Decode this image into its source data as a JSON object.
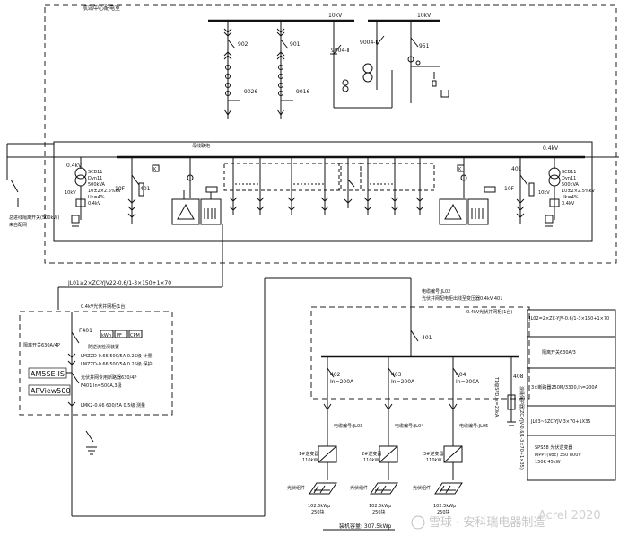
{
  "station_title": "航站中心配电室",
  "bus_labels": {
    "hv_left": "10kV",
    "hv_right": "10kV",
    "lv_left": "0.4kV",
    "lv_right": "0.4kV",
    "tie": "母线联络"
  },
  "hv_switches": {
    "s902": "902",
    "s901": "901",
    "s9004": "9004-Ⅱ",
    "s9004b": "9004-Ⅱ",
    "s951": "951",
    "s9026": "9026",
    "s9016": "9016"
  },
  "transformers": {
    "left": {
      "vector": "Dyn11",
      "kva": "500kVA",
      "tap": "10±2×2.5%kV",
      "uk": "Uk=4%",
      "lv": "0.4kV",
      "hv_label": "10kV",
      "type": "SCB11",
      "fuse": "10F"
    },
    "right": {
      "vector": "Dyn11",
      "kva": "500kVA",
      "tap": "10±2×2.5%kV",
      "uk": "Uk=4%",
      "lv": "0.4kV",
      "hv_label": "10kV",
      "type": "SCB11",
      "fuse": "10F"
    }
  },
  "breakers": {
    "b401": "401",
    "b402": "401"
  },
  "cable_main": "JL01≥2×ZC-YJV22-0.6/1-3×150+1×70",
  "left_cabinet": {
    "title": "0.4kV光伏并网柜(1台)",
    "breaker": "F401",
    "feed": "隔离开关630A/4P",
    "meters": [
      "kWh",
      "PF",
      "CPM"
    ],
    "item1": "防逆流检测装置",
    "item2": "LMZZD-0.66 500/5A 0.2S级 计量",
    "item3": "LMZZD-0.66 500/5A 0.2S级 保护",
    "item4": "光伏并网专用断路器630/4P",
    "item5": "F401 In=500A,3极",
    "item6": "LMK2-0.66 600/5A 0.5级 测量",
    "box1": "AM5SE-IS",
    "box2": "APView500"
  },
  "right_cabinet": {
    "title": "0.4kV光伏并网柜(1台)",
    "cable_in": "电缆编号:JL02",
    "cable_in2": "光伏并网配电柜出线至变压器0.4kV 401",
    "main_breaker": "401",
    "feeders": [
      {
        "id": "402",
        "rating": "In=200A"
      },
      {
        "id": "403",
        "rating": "In=200A"
      },
      {
        "id": "404",
        "rating": "In=200A"
      },
      {
        "id": "408",
        "rating": ""
      }
    ],
    "spd": "T1级SPD,In=20kA",
    "spd_side": "浪涌保护器(ZC-YJV-0.6/1-3×70+1×35)",
    "cables": [
      "电缆编号:JL03",
      "电缆编号:JL04",
      "电缆编号:JL05"
    ],
    "inverters": [
      {
        "name": "1#逆变器",
        "power": "110kW"
      },
      {
        "name": "2#逆变器",
        "power": "110kW"
      },
      {
        "name": "3#逆变器",
        "power": "110kW"
      }
    ],
    "arrays": [
      {
        "name": "光伏组件",
        "kwp": "102.5kWp",
        "count": "250块"
      },
      {
        "name": "光伏组件",
        "kwp": "102.5kWp",
        "count": "250块"
      },
      {
        "name": "光伏组件",
        "kwp": "102.5kWp",
        "count": "250块"
      }
    ],
    "total": "装机容量: 307.5kWp"
  },
  "table": [
    "JL02=2×ZC-YJV-0.6/1-3×150+1×70",
    "隔离开关630A/3",
    "3×断路器250M/3300,In=200A",
    "JL03~5ZC-YJV-3×70+1X35",
    "SPS58 光伏逆变器\nMPPT(Voc) 350 800V\n150K 45kW"
  ],
  "left_switch": {
    "label": "总进线隔离开关(500kW)",
    "sub": "来自配网"
  },
  "watermark": "雪球 · 安科瑞电器制造",
  "watermark2": "Acrel 2020"
}
